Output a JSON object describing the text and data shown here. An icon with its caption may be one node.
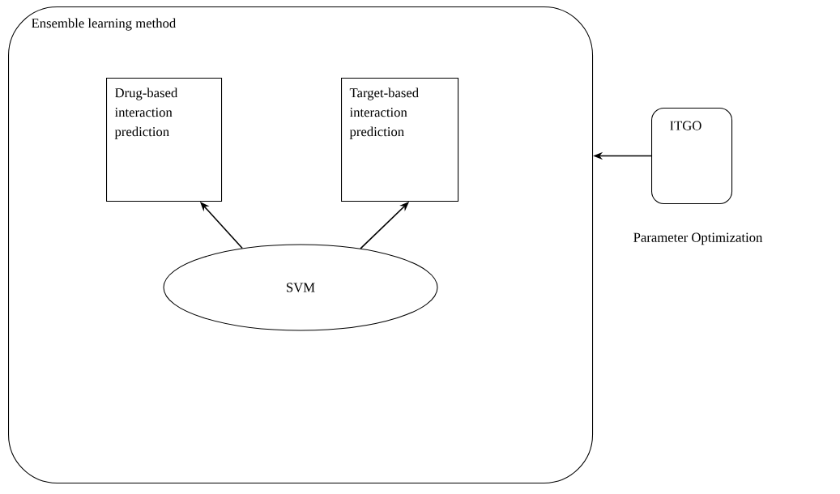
{
  "diagram": {
    "nodes": [
      {
        "text": [
          "Ensemble learning method"
        ]
      },
      {
        "text": [
          "Drug-based interaction prediction"
        ],
        "in": 0
      },
      {
        "text": [
          "Target-based interaction prediction"
        ],
        "in": 0
      },
      {
        "text": [
          "SVM"
        ],
        "in": 0
      },
      {
        "text": [
          "ITGO"
        ],
        "beside": [
          "Parameter Optimization"
        ]
      }
    ],
    "edges": [
      {
        "from": 3,
        "to": 1,
        "arrow": "to"
      },
      {
        "from": 3,
        "to": 2,
        "arrow": "to"
      },
      {
        "from": 4,
        "to": 0,
        "arrow": "to"
      }
    ]
  }
}
